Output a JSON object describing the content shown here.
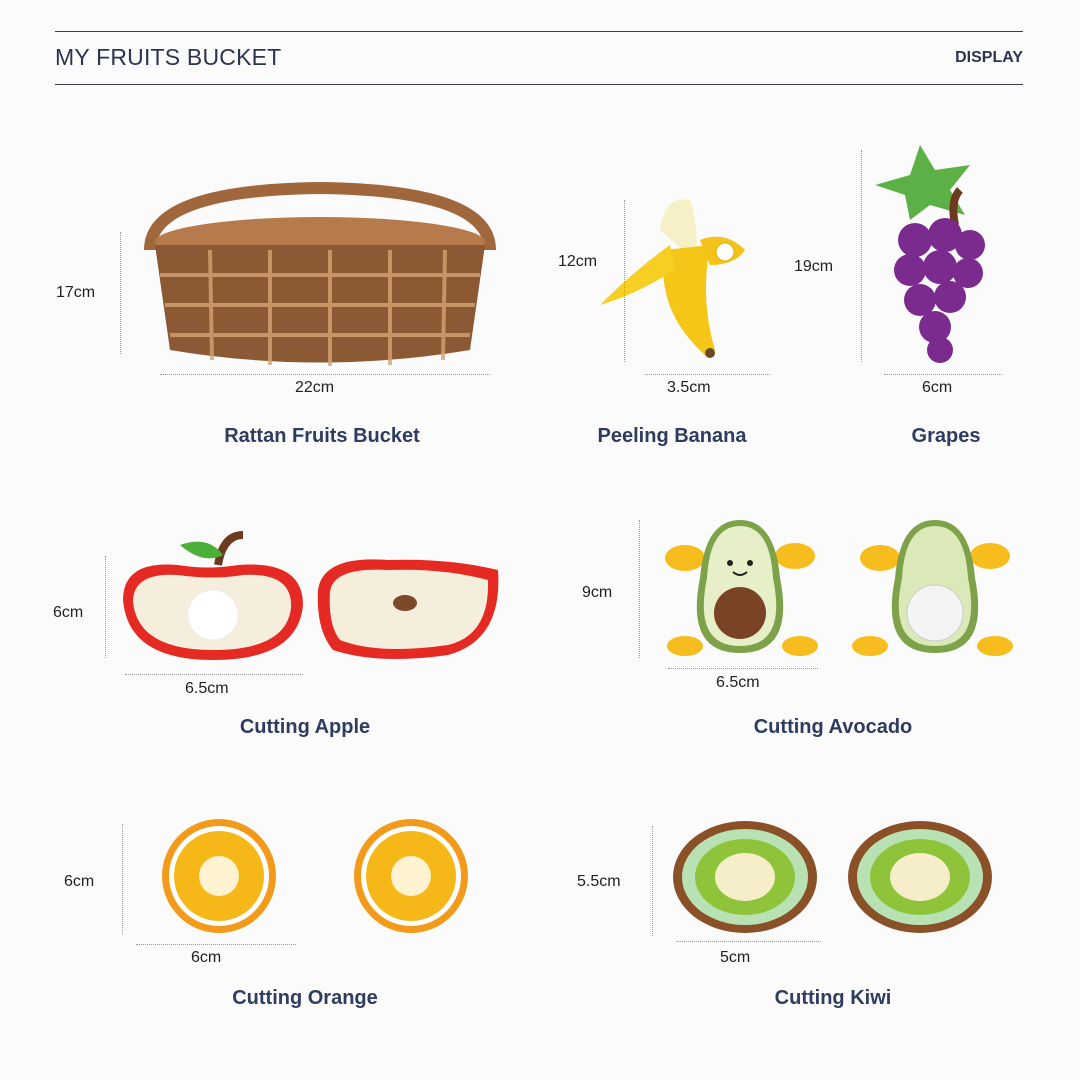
{
  "header": {
    "title": "MY FRUITS BUCKET",
    "tag": "DISPLAY"
  },
  "products": [
    {
      "name": "Rattan Fruits Bucket",
      "height": "17cm",
      "width": "22cm"
    },
    {
      "name": "Peeling Banana",
      "height": "12cm",
      "width": "3.5cm"
    },
    {
      "name": "Grapes",
      "height": "19cm",
      "width": "6cm"
    },
    {
      "name": "Cutting Apple",
      "height": "6cm",
      "width": "6.5cm"
    },
    {
      "name": "Cutting Avocado",
      "height": "9cm",
      "width": "6.5cm"
    },
    {
      "name": "Cutting Orange",
      "height": "6cm",
      "width": "6cm"
    },
    {
      "name": "Cutting Kiwi",
      "height": "5.5cm",
      "width": "5cm"
    }
  ],
  "colors": {
    "title": "#2c3550",
    "name": "#2e3c60"
  }
}
